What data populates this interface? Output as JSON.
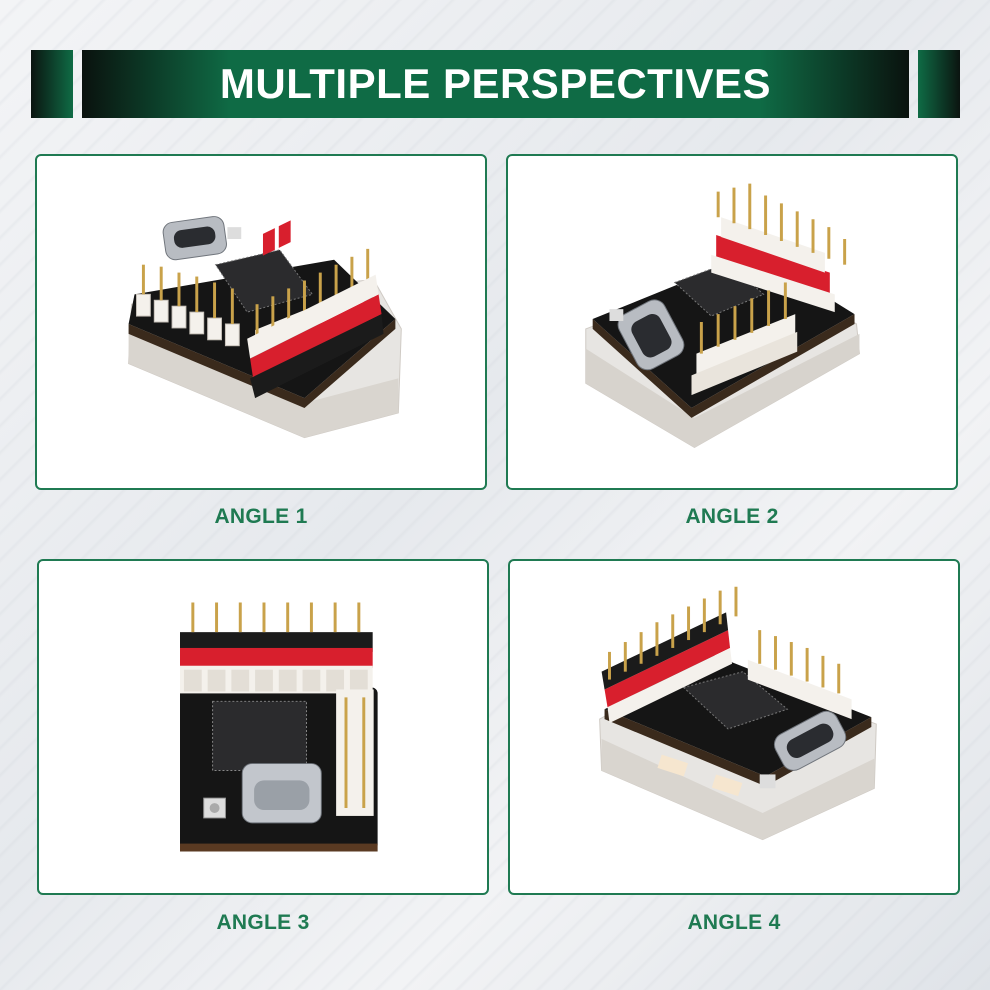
{
  "header": {
    "title": "MULTIPLE PERSPECTIVES"
  },
  "colors": {
    "brand_green": "#1f7a52",
    "banner_dark": "#0a120e",
    "pin_red": "#d81f2d",
    "pcb_black": "#151515"
  },
  "angles": [
    {
      "label": "ANGLE 1"
    },
    {
      "label": "ANGLE 2"
    },
    {
      "label": "ANGLE 3"
    },
    {
      "label": "ANGLE 4"
    }
  ]
}
